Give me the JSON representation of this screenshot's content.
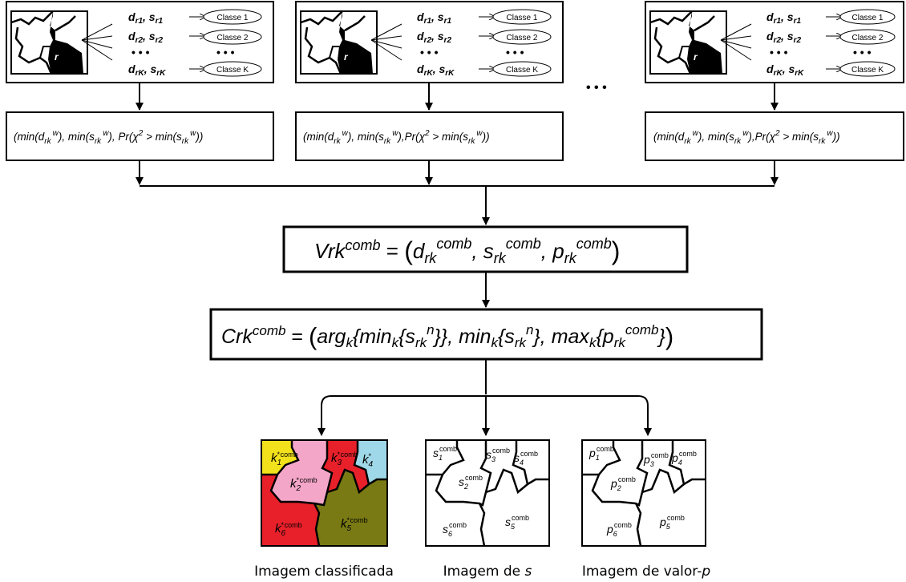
{
  "top_panels": [
    {
      "rows": [
        {
          "d": "d",
          "ds": "r1",
          "s": "s",
          "ss": "r1",
          "class_label": "Classe 1"
        },
        {
          "d": "d",
          "ds": "r2",
          "s": "s",
          "ss": "r2",
          "class_label": "Classe 2"
        },
        {
          "d": "d",
          "ds": "rK",
          "s": "s",
          "ss": "rK",
          "class_label": "Classe K"
        }
      ],
      "region_letter": "r"
    },
    {
      "rows": [
        {
          "d": "d",
          "ds": "r1",
          "s": "s",
          "ss": "r1",
          "class_label": "Classe 1"
        },
        {
          "d": "d",
          "ds": "r2",
          "s": "s",
          "ss": "r2",
          "class_label": "Classe 2"
        },
        {
          "d": "d",
          "ds": "rK",
          "s": "s",
          "ss": "rK",
          "class_label": "Classe K"
        }
      ],
      "region_letter": "r"
    },
    {
      "rows": [
        {
          "d": "d",
          "ds": "r1",
          "s": "s",
          "ss": "r1",
          "class_label": "Classe 1"
        },
        {
          "d": "d",
          "ds": "r2",
          "s": "s",
          "ss": "r2",
          "class_label": "Classe 2"
        },
        {
          "d": "d",
          "ds": "rK",
          "s": "s",
          "ss": "rK",
          "class_label": "Classe K"
        }
      ],
      "region_letter": "r"
    }
  ],
  "dots": "• • •",
  "between_dots": "• • •",
  "formula_boxes": [
    {
      "p1": "(min(d",
      "p1s": "rk",
      "p1w": "w",
      "p2": "), min(s",
      "p2s": "rk",
      "p2w": "w",
      "p3": "), Pr(χ",
      "p3e": "2",
      "p4": " >  min(s",
      "p4s": "rk",
      "p4w": "w",
      "p5": "))"
    },
    {
      "p1": "(min(d",
      "p1s": "rk",
      "p1w": "w",
      "p2": "), min(s",
      "p2s": "rk",
      "p2w": "w",
      "p3": "),Pr(χ",
      "p3e": "2",
      "p4": " >  min(s",
      "p4s": "rk",
      "p4w": "w",
      "p5": "))"
    },
    {
      "p1": "(min(d",
      "p1s": "rk",
      "p1w": "w",
      "p2": "), min(s",
      "p2s": "rk",
      "p2w": "w",
      "p3": "),Pr(χ",
      "p3e": "2",
      "p4": " >  min(s",
      "p4s": "rk",
      "p4w": "w",
      "p5": "))"
    }
  ],
  "vcomb": {
    "a": "Vrk",
    "a_sup": "comb",
    "eq": " = ",
    "paren_open": "(",
    "d": "d",
    "d_sub": "rk",
    "d_sup": "comb",
    "s": ", s",
    "s_sub": "rk",
    "s_sup": "comb",
    "p": ", p",
    "p_sub": "rk",
    "p_sup": "comb",
    "paren_close": ")"
  },
  "ccomb": {
    "a": "Crk",
    "a_sup": "comb",
    "eq": " = ",
    "paren_open": "(",
    "arg": "arg",
    "arg_sub": "k",
    "t1": "{min",
    "t1_sub": "k",
    "t2": "{s",
    "t2_sub": "rk",
    "t2_sup": "n",
    "t3": "}}, min",
    "t3_sub": "k",
    "t4": "{s",
    "t4_sub": "rk",
    "t4_sup": "n",
    "t5": "}, max",
    "t5_sub": "k",
    "t6": "{p",
    "t6_sub": "rk",
    "t6_sup": "comb",
    "t7": "}",
    "paren_close": ")"
  },
  "classified_map": {
    "labels": [
      {
        "base": "k",
        "sub": "1",
        "star": "*",
        "sup": "comb"
      },
      {
        "base": "k",
        "sub": "2",
        "star": "*",
        "sup": "comb"
      },
      {
        "base": "k",
        "sub": "3",
        "star": "*",
        "sup": "comb"
      },
      {
        "base": "k",
        "sub": "4",
        "star": "*",
        "sup": ""
      },
      {
        "base": "k",
        "sub": "5",
        "star": "*",
        "sup": "comb"
      },
      {
        "base": "k",
        "sub": "6",
        "star": "*",
        "sup": "comb"
      }
    ],
    "colors": {
      "yellow": "#f2e21c",
      "pink": "#f4a6c8",
      "red": "#e8202a",
      "cyan": "#9fd8e8",
      "olive": "#7a7a14"
    }
  },
  "s_map": {
    "labels": [
      {
        "base": "s",
        "sub": "1",
        "sup": "comb"
      },
      {
        "base": "s",
        "sub": "2",
        "sup": "comb"
      },
      {
        "base": "s",
        "sub": "3",
        "sup": "comb"
      },
      {
        "base": "s",
        "sub": "4",
        "sup": "comb"
      },
      {
        "base": "s",
        "sub": "5",
        "sup": "comb"
      },
      {
        "base": "s",
        "sub": "6",
        "sup": "comb"
      }
    ]
  },
  "p_map": {
    "labels": [
      {
        "base": "p",
        "sub": "1",
        "sup": "comb"
      },
      {
        "base": "p",
        "sub": "2",
        "sup": "comb"
      },
      {
        "base": "p",
        "sub": "3",
        "sup": "comb"
      },
      {
        "base": "p",
        "sub": "4",
        "sup": "comb"
      },
      {
        "base": "p",
        "sub": "5",
        "sup": "comb"
      },
      {
        "base": "p",
        "sub": "6",
        "sup": "comb"
      }
    ]
  },
  "captions": {
    "classified": "Imagem classificada",
    "s_image_prefix": "Imagem de ",
    "s_image_var": "s",
    "p_image_prefix": "Imagem de valor-",
    "p_image_var": "p"
  }
}
